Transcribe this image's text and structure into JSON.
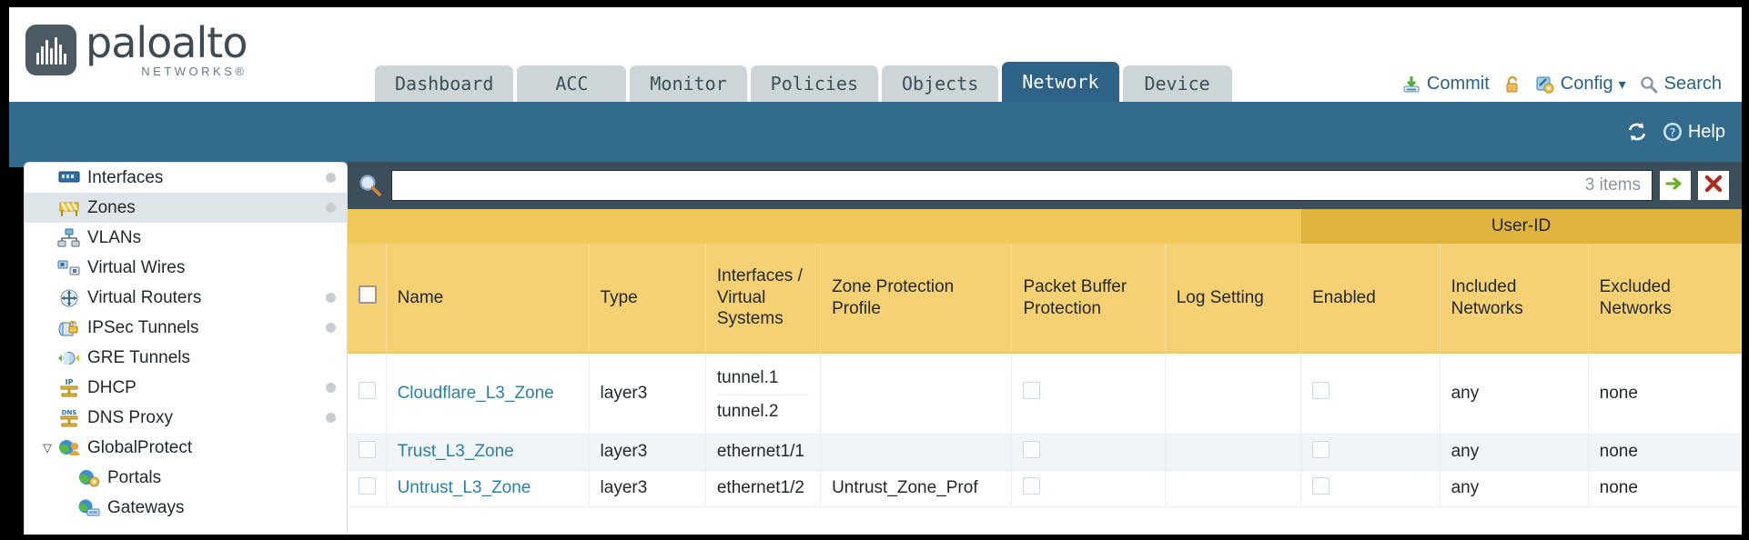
{
  "brand": {
    "name": "paloalto",
    "tagline": "NETWORKS",
    "registered": "®"
  },
  "nav": {
    "tabs": [
      {
        "label": "Dashboard",
        "active": false
      },
      {
        "label": "ACC",
        "active": false
      },
      {
        "label": "Monitor",
        "active": false
      },
      {
        "label": "Policies",
        "active": false
      },
      {
        "label": "Objects",
        "active": false
      },
      {
        "label": "Network",
        "active": true
      },
      {
        "label": "Device",
        "active": false
      }
    ],
    "actions": [
      {
        "label": "Commit",
        "icon": "commit-download-icon"
      },
      {
        "label": "",
        "icon": "unlock-padlock-icon"
      },
      {
        "label": "Config",
        "icon": "config-wrench-icon",
        "caret": "▾"
      },
      {
        "label": "Search",
        "icon": "search-magnifier-icon"
      }
    ]
  },
  "blueband": {
    "refresh_icon": "refresh-icon",
    "help_icon": "help-question-icon",
    "help_label": "Help"
  },
  "sidebar": {
    "items": [
      {
        "label": "Interfaces",
        "icon": "interfaces-icon",
        "dot": true,
        "selected": false,
        "child": false,
        "twisty": ""
      },
      {
        "label": "Zones",
        "icon": "zones-icon",
        "dot": true,
        "selected": true,
        "child": false,
        "twisty": ""
      },
      {
        "label": "VLANs",
        "icon": "vlans-icon",
        "dot": false,
        "selected": false,
        "child": false,
        "twisty": ""
      },
      {
        "label": "Virtual Wires",
        "icon": "virtual-wires-icon",
        "dot": false,
        "selected": false,
        "child": false,
        "twisty": ""
      },
      {
        "label": "Virtual Routers",
        "icon": "virtual-routers-icon",
        "dot": true,
        "selected": false,
        "child": false,
        "twisty": ""
      },
      {
        "label": "IPSec Tunnels",
        "icon": "ipsec-tunnels-icon",
        "dot": true,
        "selected": false,
        "child": false,
        "twisty": ""
      },
      {
        "label": "GRE Tunnels",
        "icon": "gre-tunnels-icon",
        "dot": false,
        "selected": false,
        "child": false,
        "twisty": ""
      },
      {
        "label": "DHCP",
        "icon": "dhcp-icon",
        "dot": true,
        "selected": false,
        "child": false,
        "twisty": ""
      },
      {
        "label": "DNS Proxy",
        "icon": "dns-proxy-icon",
        "dot": true,
        "selected": false,
        "child": false,
        "twisty": ""
      },
      {
        "label": "GlobalProtect",
        "icon": "globalprotect-icon",
        "dot": false,
        "selected": false,
        "child": false,
        "twisty": "▽"
      },
      {
        "label": "Portals",
        "icon": "portals-icon",
        "dot": false,
        "selected": false,
        "child": true,
        "twisty": ""
      },
      {
        "label": "Gateways",
        "icon": "gateways-icon",
        "dot": false,
        "selected": false,
        "child": true,
        "twisty": ""
      }
    ]
  },
  "search": {
    "icon": "search-magnifier-icon",
    "value": "",
    "placeholder": "",
    "items_count": "3 items",
    "apply_icon": "arrow-right-green-icon",
    "clear_icon": "close-x-red-icon"
  },
  "table": {
    "group_header": {
      "label": "User-ID",
      "span": 3
    },
    "columns": [
      "Name",
      "Type",
      "Interfaces / Virtual Systems",
      "Zone Protection Profile",
      "Packet Buffer Protection",
      "Log Setting",
      "Enabled",
      "Included Networks",
      "Excluded Networks"
    ],
    "rows": [
      {
        "selected": false,
        "name": "Cloudflare_L3_Zone",
        "type": "layer3",
        "interfaces": [
          "tunnel.1",
          "tunnel.2"
        ],
        "zone_protection_profile": "",
        "packet_buffer_protection": false,
        "log_setting": "",
        "userid_enabled": false,
        "included_networks": "any",
        "excluded_networks": "none"
      },
      {
        "selected": true,
        "name": "Trust_L3_Zone",
        "type": "layer3",
        "interfaces": [
          "ethernet1/1"
        ],
        "zone_protection_profile": "",
        "packet_buffer_protection": false,
        "log_setting": "",
        "userid_enabled": false,
        "included_networks": "any",
        "excluded_networks": "none"
      },
      {
        "selected": false,
        "name": "Untrust_L3_Zone",
        "type": "layer3",
        "interfaces": [
          "ethernet1/2"
        ],
        "zone_protection_profile": "Untrust_Zone_Prof",
        "packet_buffer_protection": false,
        "log_setting": "",
        "userid_enabled": false,
        "included_networks": "any",
        "excluded_networks": "none"
      }
    ]
  },
  "colors": {
    "brand_blue": "#2e6387",
    "band_blue": "#336b8c",
    "panel_dark": "#3c4e5a",
    "header_amber": "#f5d173",
    "group_amber": "#e0b33f",
    "link_blue": "#2a7fa8"
  }
}
